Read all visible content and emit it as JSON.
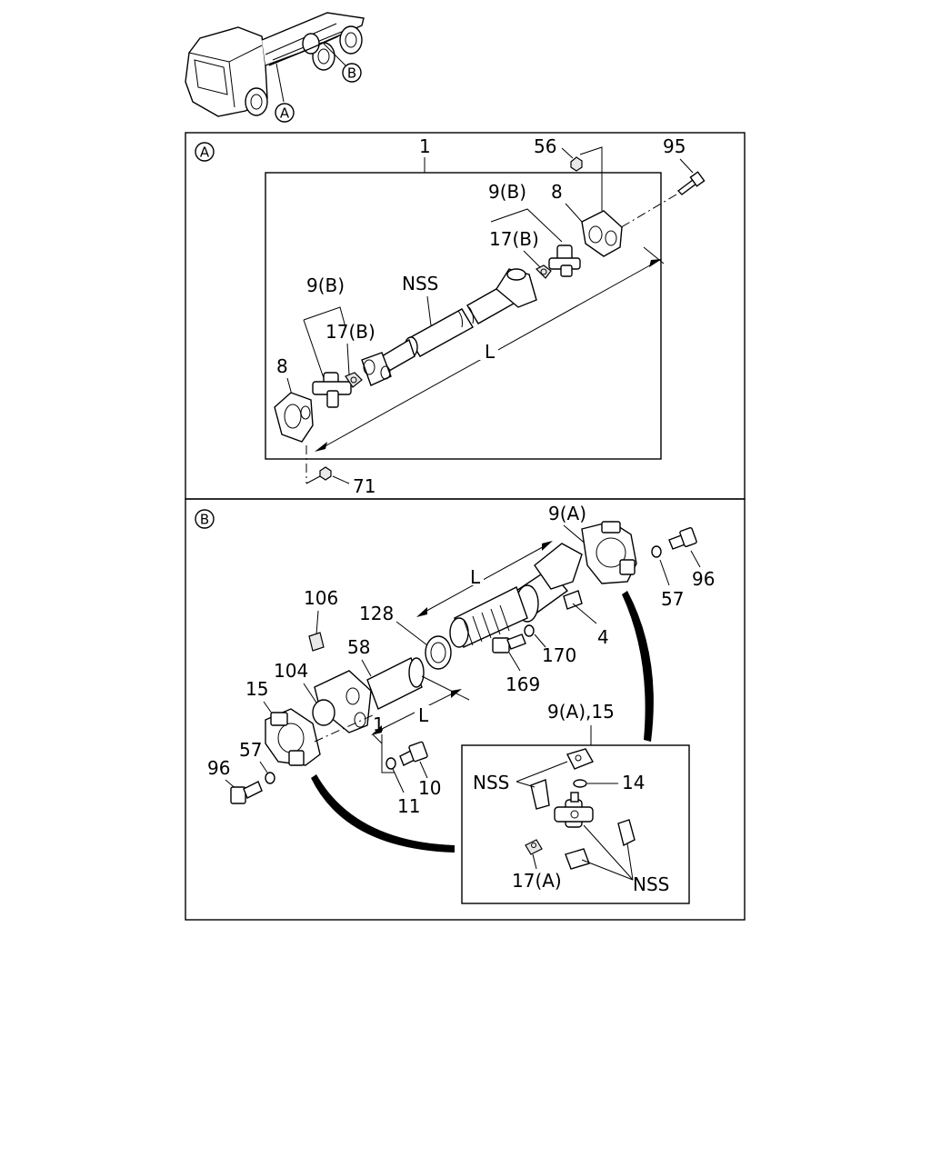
{
  "overview": {
    "callout_a": "A",
    "callout_b": "B"
  },
  "panel_a": {
    "badge": "A",
    "labels": {
      "assembly": "1",
      "nut_top": "56",
      "bolt_top": "95",
      "spider_kit_upper": "9(B)",
      "yoke_upper": "8",
      "fitting_upper": "17(B)",
      "shaft_nss": "NSS",
      "spider_kit_lower": "9(B)",
      "fitting_lower": "17(B)",
      "yoke_lower": "8",
      "length": "L",
      "nut_bottom": "71"
    }
  },
  "panel_b": {
    "badge": "B",
    "labels": {
      "spider_top": "9(A)",
      "bolt_right": "96",
      "washer_right": "57",
      "length_upper": "L",
      "fitting_106": "106",
      "seal_128": "128",
      "yoke_4": "4",
      "washer_170": "170",
      "sleeve_58": "58",
      "plate_104": "104",
      "bolt_169": "169",
      "spider_15": "15",
      "length_lower": "L",
      "shaft_1": "1",
      "washer_57": "57",
      "bolt_10": "10",
      "bolt_96": "96",
      "washer_11": "11"
    },
    "inset": {
      "title": "9(A),15",
      "nss_top": "NSS",
      "ring_14": "14",
      "fitting": "17(A)",
      "nss_bottom": "NSS"
    }
  }
}
